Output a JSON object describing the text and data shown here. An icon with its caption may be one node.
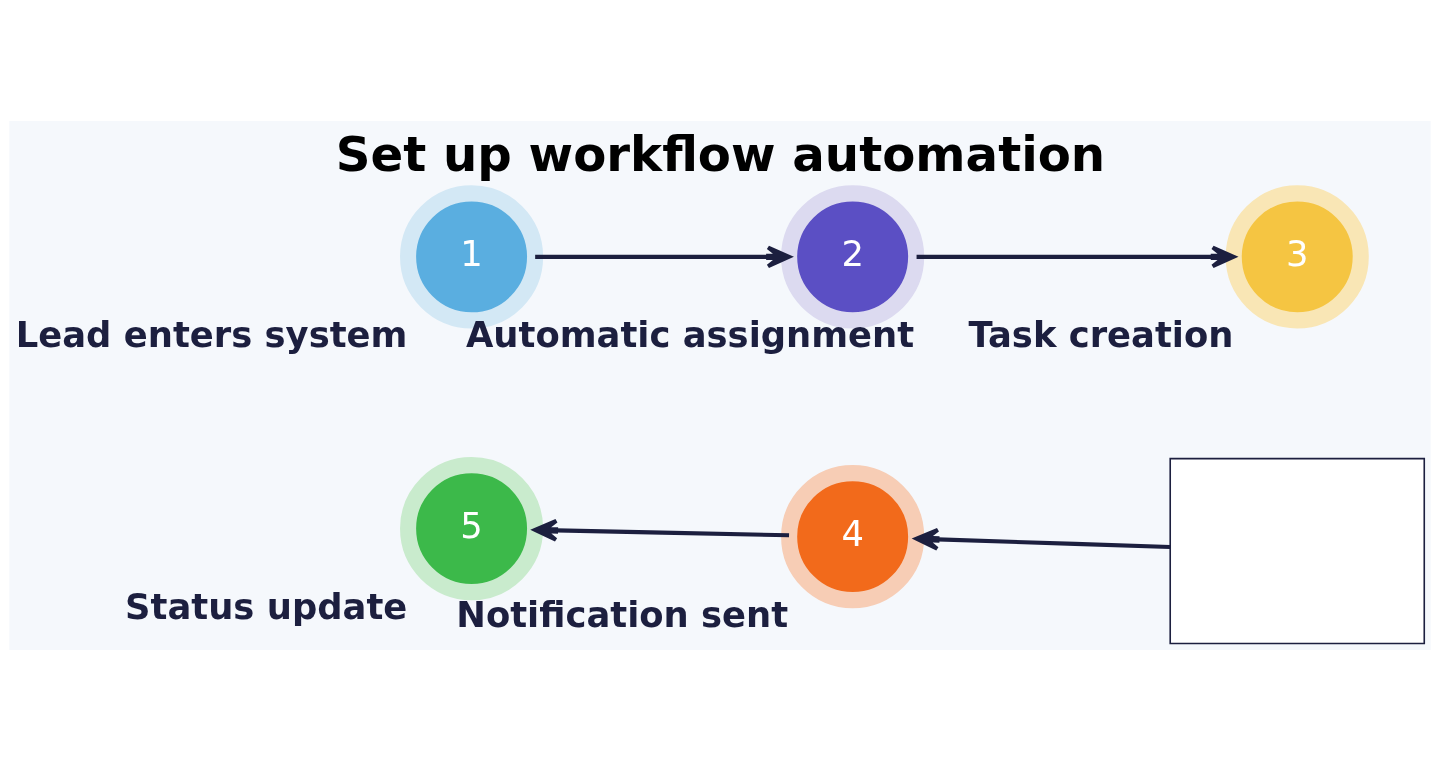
{
  "diagram": {
    "title": "Set up workflow automation",
    "nodes": [
      {
        "text": [
          "1"
        ],
        "beside": [
          "Lead enters system"
        ]
      },
      {
        "text": [
          "2"
        ],
        "beside": [
          "Automatic assignment"
        ]
      },
      {
        "text": [
          "3"
        ],
        "beside": [
          "Task creation"
        ]
      },
      {
        "text": [
          "4"
        ],
        "beside": [
          "Notification sent"
        ]
      },
      {
        "text": [
          "5"
        ],
        "beside": [
          "Status update"
        ]
      },
      {
        "text": [],
        "shape": "box"
      }
    ],
    "edges": [
      {
        "from": 0,
        "to": 1,
        "arrow": "to"
      },
      {
        "from": 1,
        "to": 2,
        "arrow": "to"
      },
      {
        "from": 5,
        "to": 3,
        "arrow": "to"
      },
      {
        "from": 3,
        "to": 4,
        "arrow": "to"
      }
    ]
  }
}
